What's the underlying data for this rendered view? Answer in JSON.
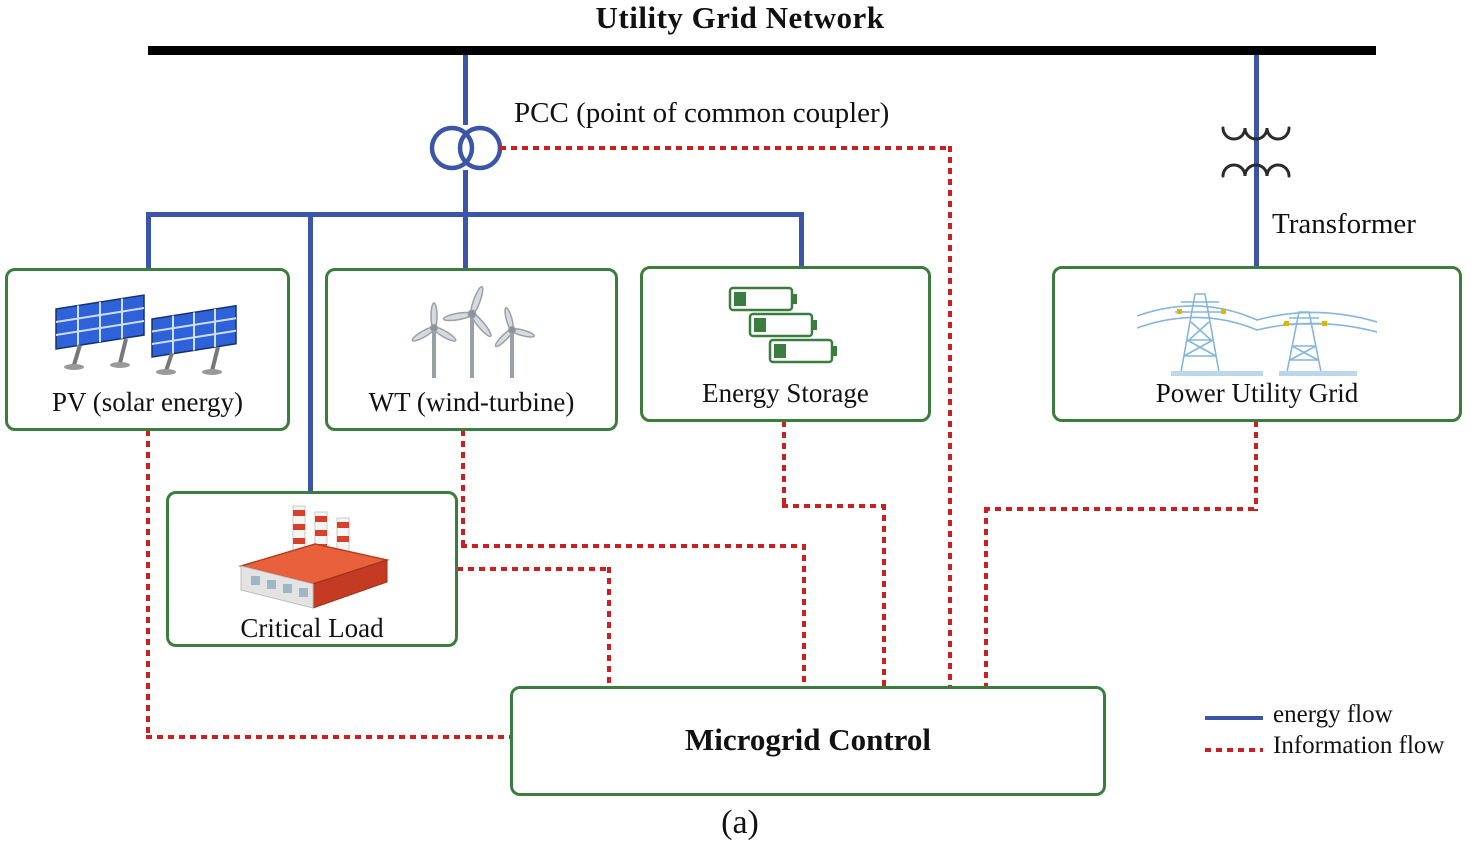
{
  "title": "Utility Grid Network",
  "pcc_label": "PCC (point of common coupler)",
  "transformer_label": "Transformer",
  "caption": "(a)",
  "nodes": {
    "pv": {
      "label": "PV (solar energy)"
    },
    "wt": {
      "label": "WT (wind-turbine)"
    },
    "storage": {
      "label": "Energy Storage"
    },
    "grid": {
      "label": "Power Utility Grid"
    },
    "load": {
      "label": "Critical Load"
    },
    "control": {
      "label": "Microgrid Control"
    }
  },
  "legend": {
    "energy": "energy flow",
    "information": "Information flow"
  },
  "icons": {
    "pv": "solar-panel-icon",
    "wt": "wind-turbine-icon",
    "storage": "battery-stack-icon",
    "grid": "transmission-towers-icon",
    "load": "factory-icon",
    "pcc": "coupler-circles-icon",
    "transformer": "transformer-coils-icon"
  },
  "colors": {
    "energy_flow": "#3b55a8",
    "information_flow": "#cc2020",
    "box_border": "#3a7d3f",
    "bus_bar": "#000000"
  }
}
